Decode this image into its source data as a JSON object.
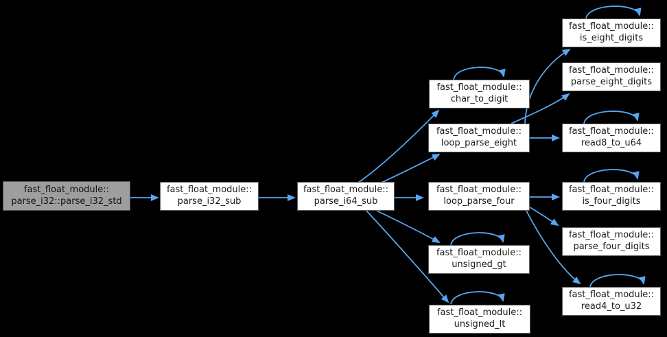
{
  "diagram": {
    "type": "call-graph",
    "module": "fast_float_module",
    "colors": {
      "background": "#000000",
      "edge": "#58a6f2",
      "node_fill": "#ffffff",
      "node_border": "#606060",
      "highlight_node_fill": "#9e9e9e",
      "text": "#1a1a1a"
    }
  },
  "nodes": [
    {
      "id": "parse_i32_std",
      "line1": "fast_float_module::",
      "line2": "parse_i32::parse_i32_std",
      "highlighted": true
    },
    {
      "id": "parse_i32_sub",
      "line1": "fast_float_module::",
      "line2": "parse_i32_sub",
      "highlighted": false
    },
    {
      "id": "parse_i64_sub",
      "line1": "fast_float_module::",
      "line2": "parse_i64_sub",
      "highlighted": false
    },
    {
      "id": "char_to_digit",
      "line1": "fast_float_module::",
      "line2": "char_to_digit",
      "highlighted": false
    },
    {
      "id": "loop_parse_eight",
      "line1": "fast_float_module::",
      "line2": "loop_parse_eight",
      "highlighted": false
    },
    {
      "id": "loop_parse_four",
      "line1": "fast_float_module::",
      "line2": "loop_parse_four",
      "highlighted": false
    },
    {
      "id": "unsigned_gt",
      "line1": "fast_float_module::",
      "line2": "unsigned_gt",
      "highlighted": false
    },
    {
      "id": "unsigned_lt",
      "line1": "fast_float_module::",
      "line2": "unsigned_lt",
      "highlighted": false
    },
    {
      "id": "is_eight_digits",
      "line1": "fast_float_module::",
      "line2": "is_eight_digits",
      "highlighted": false
    },
    {
      "id": "parse_eight_digits",
      "line1": "fast_float_module::",
      "line2": "parse_eight_digits",
      "highlighted": false
    },
    {
      "id": "read8_to_u64",
      "line1": "fast_float_module::",
      "line2": "read8_to_u64",
      "highlighted": false
    },
    {
      "id": "is_four_digits",
      "line1": "fast_float_module::",
      "line2": "is_four_digits",
      "highlighted": false
    },
    {
      "id": "parse_four_digits",
      "line1": "fast_float_module::",
      "line2": "parse_four_digits",
      "highlighted": false
    },
    {
      "id": "read4_to_u32",
      "line1": "fast_float_module::",
      "line2": "read4_to_u32",
      "highlighted": false
    }
  ],
  "edges": [
    {
      "from": "parse_i32_std",
      "to": "parse_i32_sub"
    },
    {
      "from": "parse_i32_sub",
      "to": "parse_i64_sub"
    },
    {
      "from": "parse_i64_sub",
      "to": "char_to_digit"
    },
    {
      "from": "parse_i64_sub",
      "to": "loop_parse_eight"
    },
    {
      "from": "parse_i64_sub",
      "to": "loop_parse_four"
    },
    {
      "from": "parse_i64_sub",
      "to": "unsigned_gt"
    },
    {
      "from": "parse_i64_sub",
      "to": "unsigned_lt"
    },
    {
      "from": "loop_parse_eight",
      "to": "is_eight_digits"
    },
    {
      "from": "loop_parse_eight",
      "to": "parse_eight_digits"
    },
    {
      "from": "loop_parse_eight",
      "to": "read8_to_u64"
    },
    {
      "from": "loop_parse_four",
      "to": "is_four_digits"
    },
    {
      "from": "loop_parse_four",
      "to": "parse_four_digits"
    },
    {
      "from": "loop_parse_four",
      "to": "read4_to_u32"
    },
    {
      "from": "char_to_digit",
      "to": "char_to_digit"
    },
    {
      "from": "is_eight_digits",
      "to": "is_eight_digits"
    },
    {
      "from": "read8_to_u64",
      "to": "read8_to_u64"
    },
    {
      "from": "is_four_digits",
      "to": "is_four_digits"
    },
    {
      "from": "read4_to_u32",
      "to": "read4_to_u32"
    },
    {
      "from": "unsigned_gt",
      "to": "unsigned_gt"
    },
    {
      "from": "unsigned_lt",
      "to": "unsigned_lt"
    }
  ]
}
